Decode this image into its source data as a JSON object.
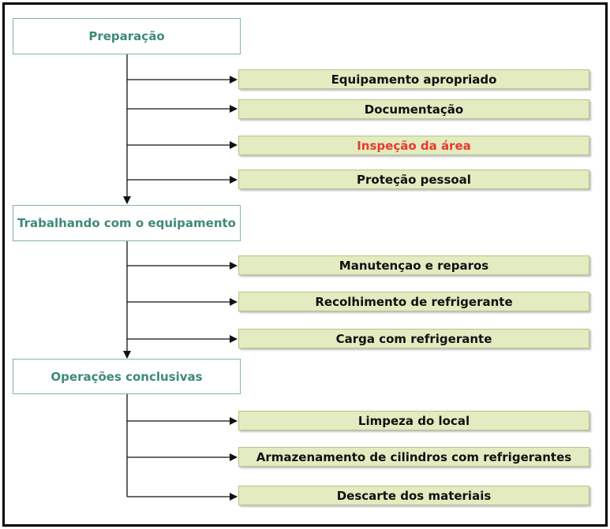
{
  "phases": [
    {
      "label": "Preparação",
      "steps": [
        {
          "label": "Equipamento apropriado"
        },
        {
          "label": "Documentação"
        },
        {
          "label": "Inspeção da área",
          "highlight": true
        },
        {
          "label": "Proteção pessoal"
        }
      ]
    },
    {
      "label": "Trabalhando com o equipamento",
      "steps": [
        {
          "label": "Manutençao e reparos"
        },
        {
          "label": "Recolhimento de refrigerante"
        },
        {
          "label": "Carga com refrigerante"
        }
      ]
    },
    {
      "label": "Operações conclusivas",
      "steps": [
        {
          "label": "Limpeza do local"
        },
        {
          "label": "Armazenamento de cilindros com refrigerantes"
        },
        {
          "label": "Descarte dos materiais"
        }
      ]
    }
  ],
  "colors": {
    "phase_text": "#3d8a7a",
    "phase_border": "#7fb3a4",
    "step_fill": "#e3ebc0",
    "highlight_text": "#e53b31"
  }
}
